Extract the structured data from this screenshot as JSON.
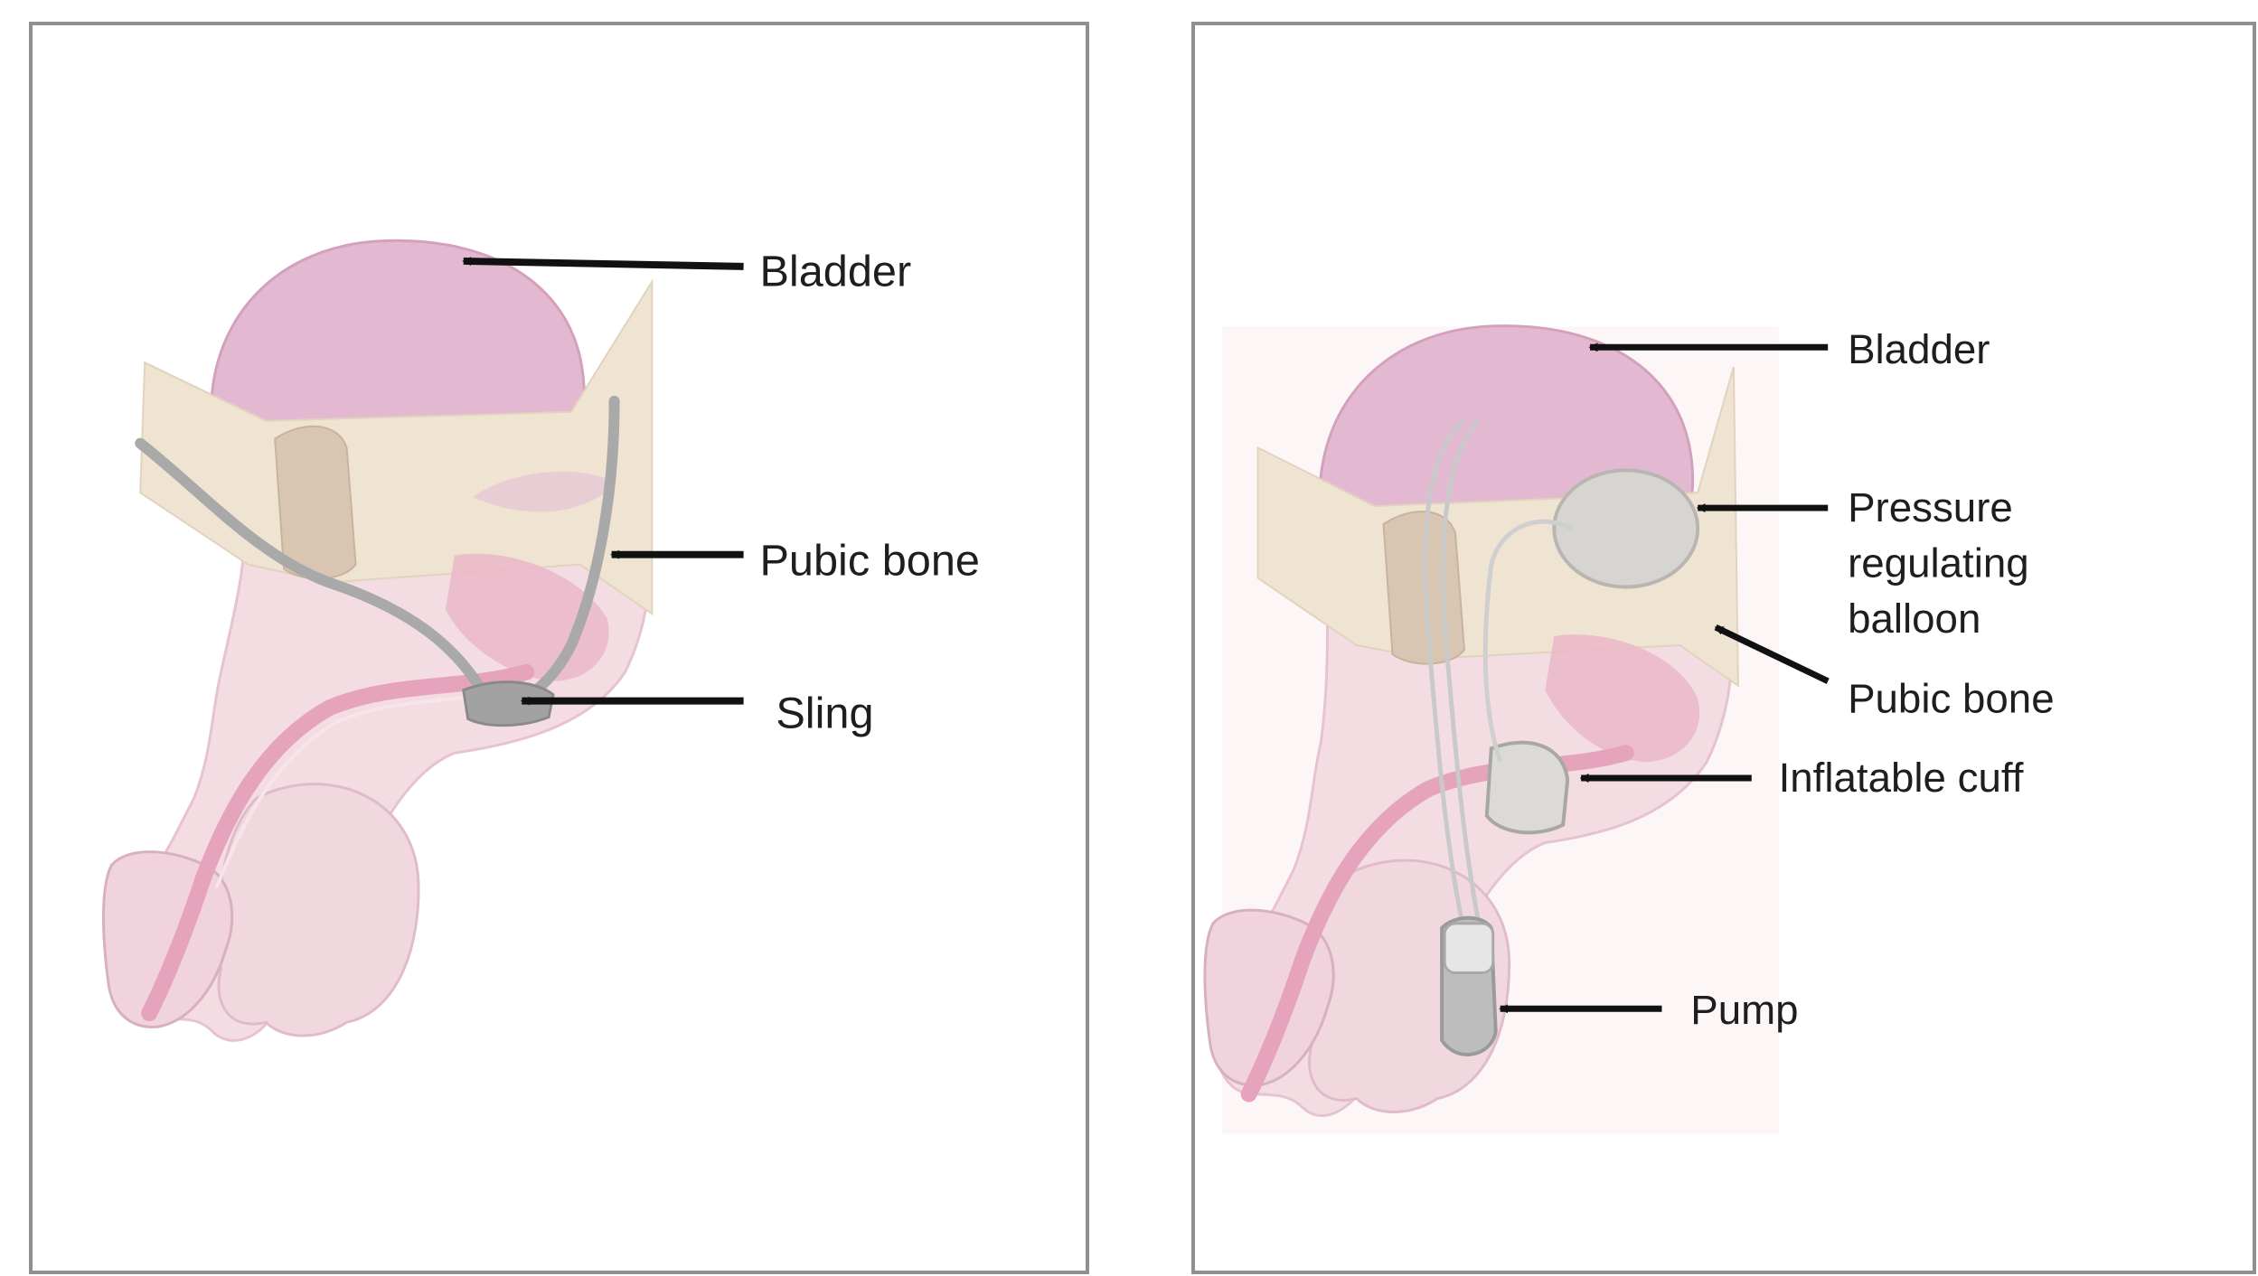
{
  "panels": [
    {
      "labels": {
        "bladder": "Bladder",
        "pubic_bone": "Pubic bone",
        "sling": "Sling"
      }
    },
    {
      "labels": {
        "bladder": "Bladder",
        "pressure_balloon_line1": "Pressure",
        "pressure_balloon_line2": "regulating",
        "pressure_balloon_line3": "balloon",
        "pubic_bone": "Pubic bone",
        "inflatable_cuff": "Inflatable cuff",
        "pump": "Pump"
      }
    }
  ],
  "colors": {
    "bladder": "#e2b9d0",
    "body_tissue": "#f3dde3",
    "bone": "#efe3d2",
    "urethra": "#e5a3bc",
    "device_gray": "#b9b9b9",
    "arrow": "#111111",
    "frame": "#8f8f8f"
  }
}
